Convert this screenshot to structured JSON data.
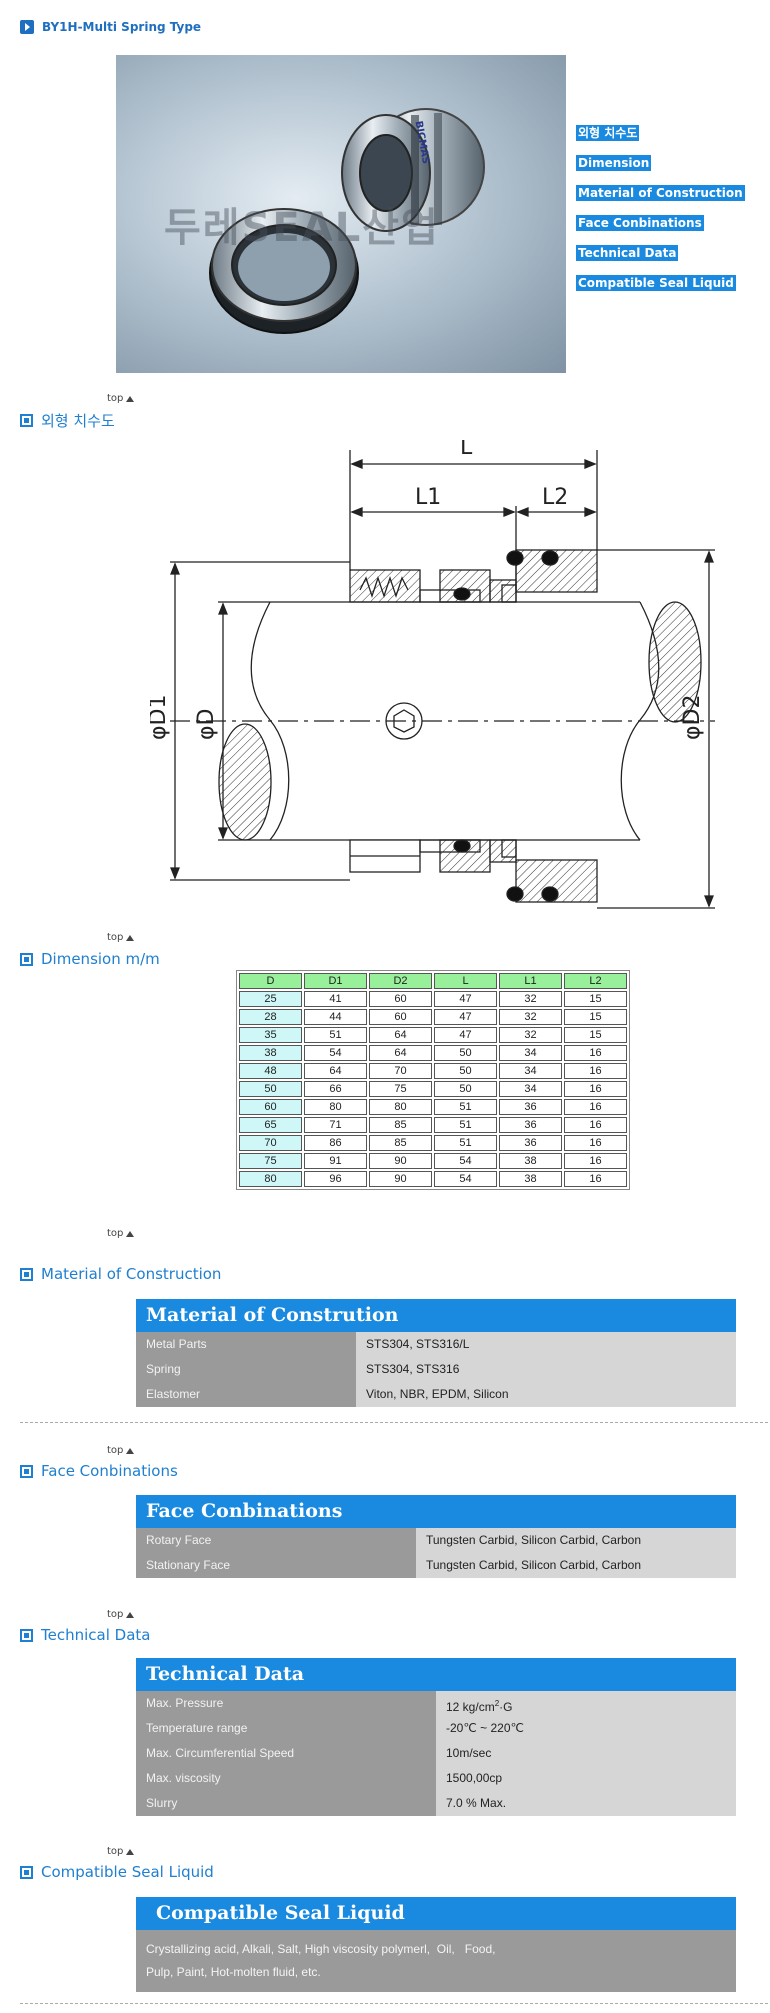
{
  "header": {
    "title": "BY1H-Multi Spring Type"
  },
  "photo": {
    "watermark": "두레SEAL산업",
    "ring_text": "BICMAS"
  },
  "nav": {
    "links": [
      "외형 치수도",
      "Dimension",
      "Material of Construction",
      "Face Conbinations",
      "Technical Data",
      "Compatible Seal Liquid"
    ]
  },
  "top_label": "top",
  "sections": {
    "outline": "외형 치수도",
    "dimension": "Dimension m/m",
    "material": "Material of Construction",
    "face": "Face Conbinations",
    "technical": "Technical Data",
    "liquid": "Compatible Seal Liquid"
  },
  "drawing_labels": {
    "L": "L",
    "L1": "L1",
    "L2": "L2",
    "D1": "φD1",
    "D": "φD",
    "D2": "φD2"
  },
  "dimension_table": {
    "headers": [
      "D",
      "D1",
      "D2",
      "L",
      "L1",
      "L2"
    ],
    "rows": [
      [
        "25",
        "41",
        "60",
        "47",
        "32",
        "15"
      ],
      [
        "28",
        "44",
        "60",
        "47",
        "32",
        "15"
      ],
      [
        "35",
        "51",
        "64",
        "47",
        "32",
        "15"
      ],
      [
        "38",
        "54",
        "64",
        "50",
        "34",
        "16"
      ],
      [
        "48",
        "64",
        "70",
        "50",
        "34",
        "16"
      ],
      [
        "50",
        "66",
        "75",
        "50",
        "34",
        "16"
      ],
      [
        "60",
        "80",
        "80",
        "51",
        "36",
        "16"
      ],
      [
        "65",
        "71",
        "85",
        "51",
        "36",
        "16"
      ],
      [
        "70",
        "86",
        "85",
        "51",
        "36",
        "16"
      ],
      [
        "75",
        "91",
        "90",
        "54",
        "38",
        "16"
      ],
      [
        "80",
        "96",
        "90",
        "54",
        "38",
        "16"
      ]
    ]
  },
  "material": {
    "banner": "Material of Constrution",
    "rows": [
      {
        "k": "Metal Parts",
        "v": "STS304, STS316/L"
      },
      {
        "k": "Spring",
        "v": "STS304, STS316"
      },
      {
        "k": "Elastomer",
        "v": "Viton, NBR, EPDM, Silicon"
      }
    ]
  },
  "face": {
    "banner": "Face Conbinations",
    "rows": [
      {
        "k": "Rotary Face",
        "v": "Tungsten Carbid, Silicon Carbid, Carbon"
      },
      {
        "k": "Stationary Face",
        "v": "Tungsten Carbid, Silicon Carbid, Carbon"
      }
    ]
  },
  "technical": {
    "banner": "Technical Data",
    "pressure_key": "Max. Pressure",
    "pressure_val": "12 kg/cm",
    "pressure_sup": "2",
    "pressure_unit": "·G",
    "rows": [
      {
        "k": "Temperature range",
        "v": "-20℃ ~ 220℃"
      },
      {
        "k": "Max. Circumferential Speed",
        "v": "10m/sec"
      },
      {
        "k": "Max. viscosity",
        "v": "1500,00cp"
      },
      {
        "k": "Slurry",
        "v": "7.0 % Max."
      }
    ]
  },
  "liquid": {
    "banner": "Compatible Seal Liquid",
    "line1": "Crystallizing acid, Alkali, Salt, High viscosity polymerl,  Oil,   Food,",
    "line2": "Pulp, Paint, Hot-molten fluid, etc."
  },
  "colors": {
    "accent": "#1a8ae0",
    "header_green": "#99f09a",
    "cell_cyan": "#cff7f8"
  }
}
